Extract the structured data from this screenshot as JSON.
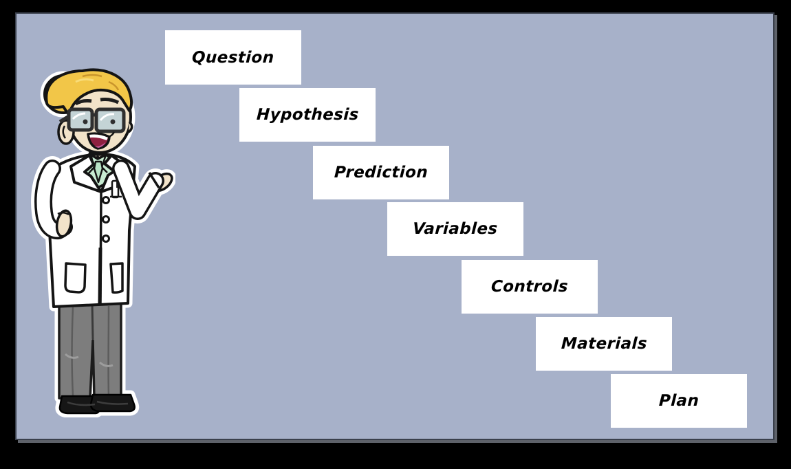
{
  "frame": {
    "outer_background": "#000000"
  },
  "scene": {
    "background_color": "#a7b1c9",
    "border_color": "#3a404c",
    "shadow_color": "#6e7380"
  },
  "steps": {
    "box_color": "#ffffff",
    "text_color": "#000000",
    "items": [
      {
        "label": "Question"
      },
      {
        "label": "Hypothesis"
      },
      {
        "label": "Prediction"
      },
      {
        "label": "Variables"
      },
      {
        "label": "Controls"
      },
      {
        "label": "Materials"
      },
      {
        "label": "Plan"
      }
    ]
  },
  "character": {
    "role": "scientist",
    "colors": {
      "hair": "#f2c648",
      "hair_strand": "#c9952c",
      "hair_highlight": "#f8dc79",
      "hair_tie": "#2e8b74",
      "skin": "#f2e3c9",
      "lab_coat": "#ffffff",
      "shirt_collar": "#c8ecd2",
      "pants": "#7d7d7d",
      "shoes": "#161616",
      "glasses_frame": "#2f2f2f",
      "glasses_lens": "#c4d4d6",
      "mouth": "#8e2040",
      "tongue": "#c2589a",
      "outline": "#141414",
      "sticker_outline": "#ffffff"
    }
  }
}
